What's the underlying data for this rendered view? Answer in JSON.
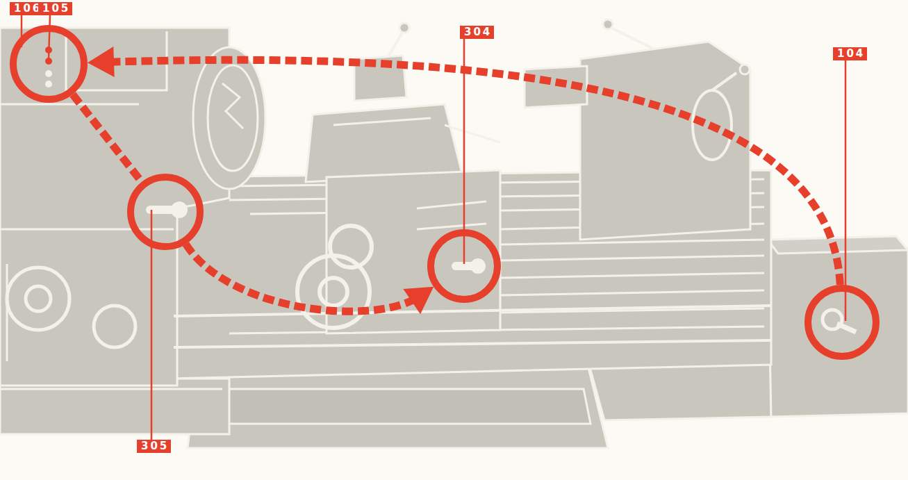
{
  "diagram": {
    "nodes": [
      {
        "text": [
          "106",
          "105"
        ]
      },
      {
        "text": [
          "304"
        ]
      },
      {
        "text": [
          "104"
        ]
      },
      {
        "text": [
          "305"
        ]
      }
    ],
    "edges": [
      {
        "from": 2,
        "to": 0,
        "arrow": "to"
      },
      {
        "from": 0,
        "to": 3,
        "arrow": "none"
      },
      {
        "from": 3,
        "to": 1,
        "arrow": "to"
      }
    ]
  }
}
